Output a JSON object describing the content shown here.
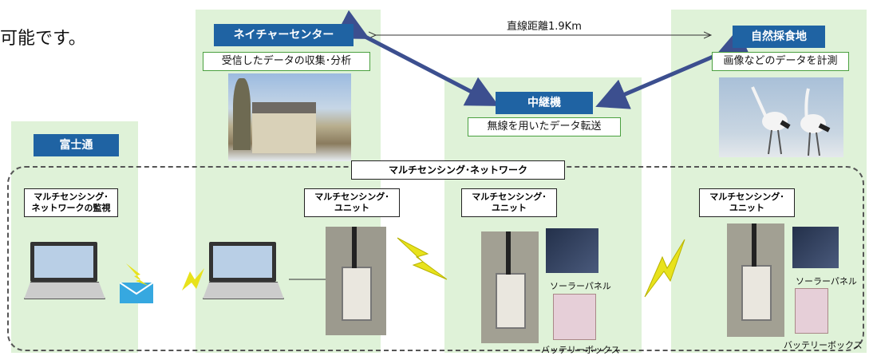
{
  "intro_text": "可能です。",
  "distance_label": "直線距離1.9Km",
  "network_label": "マルチセンシング･ネットワーク",
  "colors": {
    "panel": "#dff2d8",
    "title_bg": "#1f63a3",
    "arrow": "#3c4f8f",
    "bolt": "#e8e21c"
  },
  "sites": {
    "fujitsu": {
      "title": "富士通",
      "unit_label": "マルチセンシング･\nネットワークの監視"
    },
    "nature_center": {
      "title": "ネイチャーセンター",
      "desc": "受信したデータの収集･分析",
      "unit_label": "マルチセンシング･\nユニット"
    },
    "relay": {
      "title": "中継機",
      "desc": "無線を用いたデータ転送",
      "unit_label": "マルチセンシング･\nユニット",
      "solar": "ソーラーパネル",
      "battery": "バッテリーボックス"
    },
    "feeding": {
      "title": "自然採食地",
      "desc": "画像などのデータを計測",
      "unit_label": "マルチセンシング･\nユニット",
      "solar": "ソーラーパネル",
      "battery": "バッテリーボックス"
    }
  }
}
